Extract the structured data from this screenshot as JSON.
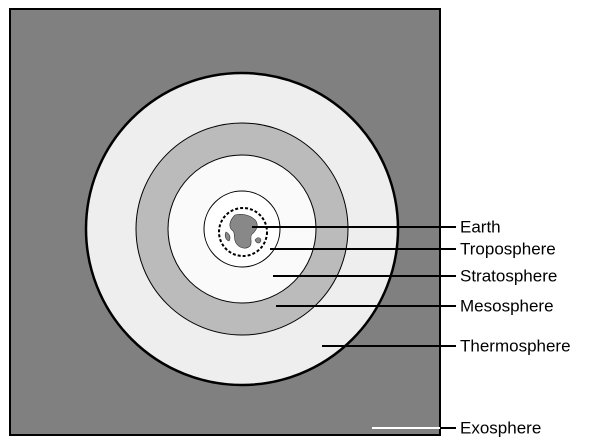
{
  "diagram": {
    "labels": {
      "earth": "Earth",
      "troposphere": "Troposphere",
      "stratosphere": "Stratosphere",
      "mesosphere": "Mesosphere",
      "thermosphere": "Thermosphere",
      "exosphere": "Exosphere"
    },
    "colors": {
      "exosphere": "#808080",
      "thermosphere": "#eeeeee",
      "mesosphere": "#bbbbbb",
      "stratosphere": "#fafafa",
      "troposphere": "#ffffff",
      "outline": "#000000",
      "earth_land": "#888888"
    }
  }
}
